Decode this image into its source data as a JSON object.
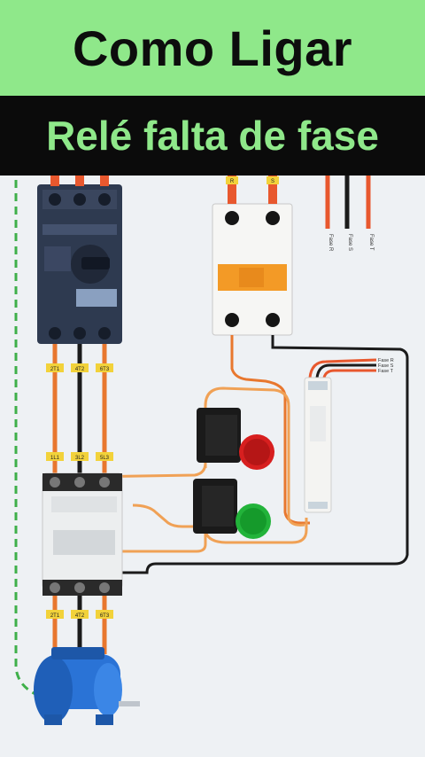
{
  "header": {
    "title": "Como Ligar",
    "subtitle": "Relé falta de fase"
  },
  "diagram": {
    "supply_labels": [
      "Fase R",
      "Fase S",
      "Fase T"
    ],
    "relay_input_labels": [
      "Fase R",
      "Fase S",
      "Fase T"
    ],
    "breaker_top_labels": [
      "R",
      "S"
    ],
    "motor_protector_out_labels": [
      "2T1",
      "4T2",
      "6T3"
    ],
    "contactor_in_labels": [
      "1L1",
      "3L2",
      "5L3"
    ],
    "contactor_out_labels": [
      "2T1",
      "4T2",
      "6T3"
    ],
    "colors": {
      "phase_orange": "#e8772e",
      "phase_black": "#1b1b1b",
      "phase_red": "#e8582e",
      "control_orange": "#f0a155",
      "ground_green": "#3fb04a",
      "terminal_yellow": "#f2d23a",
      "button_red": "#d71f1f",
      "button_green": "#22b33a",
      "motor_blue": "#2a73d6"
    },
    "icons": [
      "motor-protector-icon",
      "breaker-icon",
      "phase-relay-icon",
      "contactor-icon",
      "stop-button-icon",
      "start-button-icon",
      "motor-icon"
    ]
  }
}
